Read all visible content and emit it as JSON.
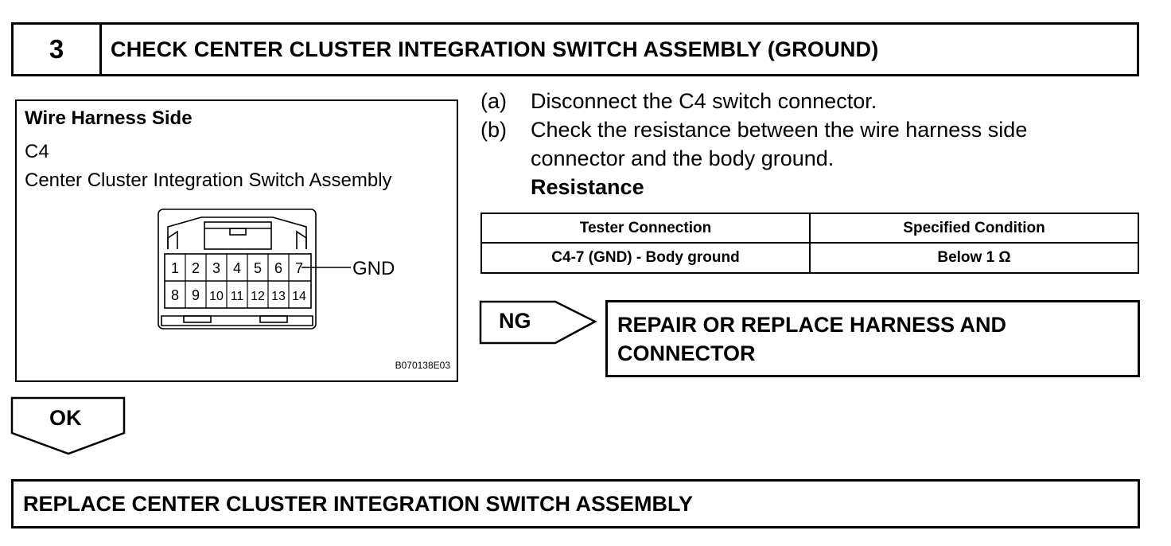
{
  "step": {
    "number": "3",
    "title": "CHECK CENTER CLUSTER INTEGRATION SWITCH ASSEMBLY (GROUND)"
  },
  "diagram": {
    "side_label": "Wire Harness Side",
    "connector_id": "C4",
    "connector_name": "Center Cluster Integration Switch Assembly",
    "pins_top": [
      "1",
      "2",
      "3",
      "4",
      "5",
      "6",
      "7"
    ],
    "pins_bottom": [
      "8",
      "9",
      "10",
      "11",
      "12",
      "13",
      "14"
    ],
    "gnd_label": "GND",
    "image_code": "B070138E03"
  },
  "instructions": {
    "a_letter": "(a)",
    "a_text": "Disconnect the C4 switch connector.",
    "b_letter": "(b)",
    "b_text_line1": "Check the resistance between the wire harness side",
    "b_text_line2": "connector and the body ground.",
    "resistance_label": "Resistance"
  },
  "table": {
    "headers": [
      "Tester Connection",
      "Specified Condition"
    ],
    "rows": [
      [
        "C4-7 (GND) - Body ground",
        "Below 1 Ω"
      ]
    ]
  },
  "ng": {
    "label": "NG",
    "action": "REPAIR OR REPLACE HARNESS AND CONNECTOR"
  },
  "ok": {
    "label": "OK"
  },
  "final_action": "REPLACE CENTER CLUSTER INTEGRATION SWITCH ASSEMBLY"
}
